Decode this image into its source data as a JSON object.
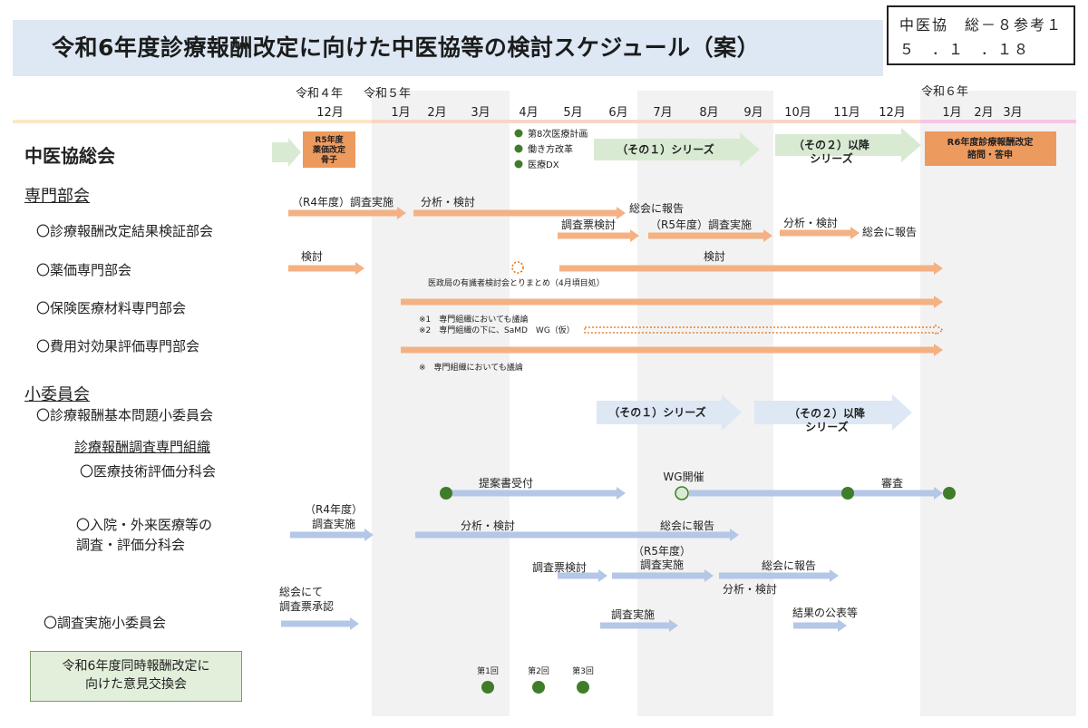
{
  "title": "令和6年度診療報酬改定に向けた中医協等の検討スケジュール（案）",
  "reference": {
    "line1": "中医協　総－８参考１",
    "line2": "５　．１　．１８"
  },
  "timeline": {
    "era_labels": [
      "令和４年",
      "令和５年",
      "令和６年"
    ],
    "months": [
      "12月",
      "1月",
      "2月",
      "3月",
      "4月",
      "5月",
      "6月",
      "7月",
      "8月",
      "9月",
      "10月",
      "11月",
      "12月",
      "1月",
      "2月",
      "3月"
    ]
  },
  "sections": {
    "general": "中医協総会",
    "subcommittees": "専門部会",
    "small_committees": "小委員会"
  },
  "general_row": {
    "r5_box": "R5年度\n薬価改定\n骨子",
    "bullets": [
      "第8次医療計画",
      "働き方改革",
      "医療DX"
    ],
    "series1": "（その１）シリーズ",
    "series2": "（その２）以降\nシリーズ",
    "r6_box": "R6年度診療報酬改定\n諮問・答申"
  },
  "rows": {
    "kensho": "〇診療報酬改定結果検証部会",
    "yakka": "〇薬価専門部会",
    "hoken": "〇保険医療材料専門部会",
    "hiyou": "〇費用対効果評価専門部会",
    "kihon": "〇診療報酬基本問題小委員会",
    "chousa_soshiki": "診療報酬調査専門組織",
    "gijutsu": "〇医療技術評価分科会",
    "nyuin": "〇入院・外来医療等の\n調査・評価分科会",
    "jisshi": "〇調査実施小委員会"
  },
  "labels": {
    "kensho_a": "（R4年度）調査実施",
    "kensho_b": "分析・検討",
    "kensho_c": "総会に報告",
    "kensho_d": "調査票検討",
    "kensho_e": "（R5年度）調査実施",
    "kensho_f": "分析・検討",
    "kensho_g": "総会に報告",
    "yakka_a": "検討",
    "yakka_b": "検討",
    "yakka_note": "医政局の有識者検討会とりまとめ（4月頃目処）",
    "hoken_note1": "※1　専門組織においても議論",
    "hoken_note2": "※2　専門組織の下に、SaMD　WG（仮）",
    "hiyou_note": "※　専門組織においても議論",
    "kihon_s1": "（その１）シリーズ",
    "kihon_s2": "（その２）以降\nシリーズ",
    "gijutsu_a": "提案書受付",
    "gijutsu_b": "WG開催",
    "gijutsu_c": "審査",
    "nyuin_a": "（R4年度）\n調査実施",
    "nyuin_b": "分析・検討",
    "nyuin_c": "総会に報告",
    "nyuin_d": "調査票検討",
    "nyuin_e": "（R5年度）\n調査実施",
    "nyuin_f": "総会に報告",
    "nyuin_g": "分析・検討",
    "jisshi_a": "総会にて\n調査票承認",
    "jisshi_b": "調査実施",
    "jisshi_c": "結果の公表等",
    "meeting1": "第1回",
    "meeting2": "第2回",
    "meeting3": "第3回"
  },
  "bottom_box": "令和6年度同時報酬改定に\n向けた意見交換会",
  "colors": {
    "orange": "#f4b183",
    "orange_dark": "#ed9a5e",
    "green_arrow": "#d9ead3",
    "blue": "#b4c7e7",
    "blue_light": "#dde8f4",
    "dot_green": "#3f7d2a"
  }
}
